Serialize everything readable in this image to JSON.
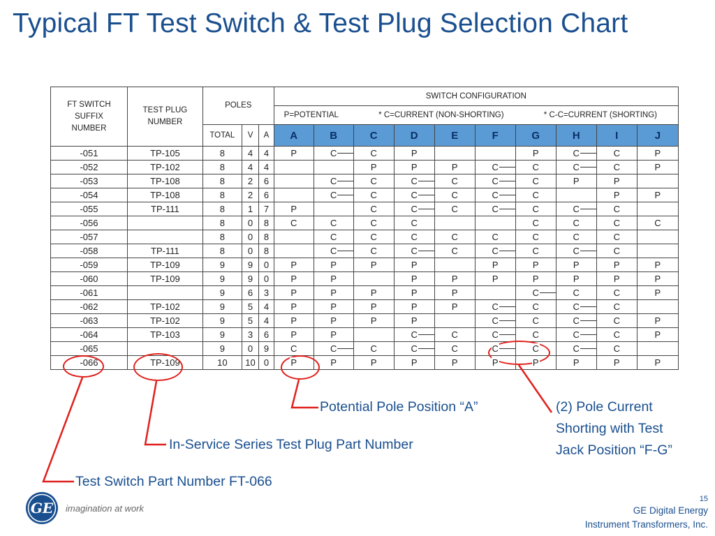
{
  "title": "Typical FT Test Switch & Test Plug Selection Chart",
  "table": {
    "col_headers": {
      "suffix": [
        "FT SWITCH",
        "SUFFIX",
        "NUMBER"
      ],
      "plug": [
        "TEST PLUG",
        "NUMBER"
      ],
      "poles": "POLES",
      "switch_config": "SWITCH CONFIGURATION",
      "legend_p": "P=POTENTIAL",
      "legend_c": "* C=CURRENT (NON-SHORTING)",
      "legend_cc": "* C-C=CURRENT (SHORTING)",
      "total": "TOTAL",
      "v": "V",
      "a": "A",
      "letters": [
        "A",
        "B",
        "C",
        "D",
        "E",
        "F",
        "G",
        "H",
        "I",
        "J"
      ]
    },
    "rows": [
      {
        "suffix": "-051",
        "plug": "TP-105",
        "total": "8",
        "v": "4",
        "a": "4",
        "cfg": [
          "P",
          "C",
          "C",
          "P",
          "",
          "",
          "P",
          "C",
          "C",
          "P"
        ],
        "links": [
          1,
          7
        ]
      },
      {
        "suffix": "-052",
        "plug": "TP-102",
        "total": "8",
        "v": "4",
        "a": "4",
        "cfg": [
          "",
          "",
          "P",
          "P",
          "P",
          "C",
          "C",
          "C",
          "C",
          "P"
        ],
        "links": [
          5,
          7
        ]
      },
      {
        "suffix": "-053",
        "plug": "TP-108",
        "total": "8",
        "v": "2",
        "a": "6",
        "cfg": [
          "",
          "C",
          "C",
          "C",
          "C",
          "C",
          "C",
          "P",
          "P",
          ""
        ],
        "links": [
          1,
          3,
          5
        ]
      },
      {
        "suffix": "-054",
        "plug": "TP-108",
        "total": "8",
        "v": "2",
        "a": "6",
        "cfg": [
          "",
          "C",
          "C",
          "C",
          "C",
          "C",
          "C",
          "",
          "P",
          "P"
        ],
        "links": [
          1,
          3,
          5
        ]
      },
      {
        "suffix": "-055",
        "plug": "TP-111",
        "total": "8",
        "v": "1",
        "a": "7",
        "cfg": [
          "P",
          "",
          "C",
          "C",
          "C",
          "C",
          "C",
          "C",
          "C",
          ""
        ],
        "links": [
          3,
          5,
          7
        ]
      },
      {
        "suffix": "-056",
        "plug": "",
        "total": "8",
        "v": "0",
        "a": "8",
        "cfg": [
          "C",
          "C",
          "C",
          "C",
          "",
          "",
          "C",
          "C",
          "C",
          "C"
        ],
        "links": []
      },
      {
        "suffix": "-057",
        "plug": "",
        "total": "8",
        "v": "0",
        "a": "8",
        "cfg": [
          "",
          "C",
          "C",
          "C",
          "C",
          "C",
          "C",
          "C",
          "C",
          ""
        ],
        "links": []
      },
      {
        "suffix": "-058",
        "plug": "TP-111",
        "total": "8",
        "v": "0",
        "a": "8",
        "cfg": [
          "",
          "C",
          "C",
          "C",
          "C",
          "C",
          "C",
          "C",
          "C",
          ""
        ],
        "links": [
          1,
          3,
          5,
          7
        ]
      },
      {
        "suffix": "-059",
        "plug": "TP-109",
        "total": "9",
        "v": "9",
        "a": "0",
        "cfg": [
          "P",
          "P",
          "P",
          "P",
          "",
          "P",
          "P",
          "P",
          "P",
          "P"
        ],
        "links": []
      },
      {
        "suffix": "-060",
        "plug": "TP-109",
        "total": "9",
        "v": "9",
        "a": "0",
        "cfg": [
          "P",
          "P",
          "",
          "P",
          "P",
          "P",
          "P",
          "P",
          "P",
          "P"
        ],
        "links": []
      },
      {
        "suffix": "-061",
        "plug": "",
        "total": "9",
        "v": "6",
        "a": "3",
        "cfg": [
          "P",
          "P",
          "P",
          "P",
          "P",
          "",
          "C",
          "C",
          "C",
          "P"
        ],
        "links": [
          6
        ]
      },
      {
        "suffix": "-062",
        "plug": "TP-102",
        "total": "9",
        "v": "5",
        "a": "4",
        "cfg": [
          "P",
          "P",
          "P",
          "P",
          "P",
          "C",
          "C",
          "C",
          "C",
          ""
        ],
        "links": [
          5,
          7
        ]
      },
      {
        "suffix": "-063",
        "plug": "TP-102",
        "total": "9",
        "v": "5",
        "a": "4",
        "cfg": [
          "P",
          "P",
          "P",
          "P",
          "",
          "C",
          "C",
          "C",
          "C",
          "P"
        ],
        "links": [
          5,
          7
        ]
      },
      {
        "suffix": "-064",
        "plug": "TP-103",
        "total": "9",
        "v": "3",
        "a": "6",
        "cfg": [
          "P",
          "P",
          "",
          "C",
          "C",
          "C",
          "C",
          "C",
          "C",
          "P"
        ],
        "links": [
          3,
          5,
          7
        ]
      },
      {
        "suffix": "-065",
        "plug": "",
        "total": "9",
        "v": "0",
        "a": "9",
        "cfg": [
          "C",
          "C",
          "C",
          "C",
          "C",
          "C",
          "C",
          "C",
          "C",
          ""
        ],
        "links": [
          1,
          3,
          5,
          7
        ]
      },
      {
        "suffix": "-066",
        "plug": "TP-109",
        "total": "10",
        "v": "10",
        "a": "0",
        "cfg": [
          "P",
          "P",
          "P",
          "P",
          "P",
          "P",
          "P",
          "P",
          "P",
          "P"
        ],
        "links": []
      }
    ]
  },
  "callouts": {
    "potential": "Potential Pole Position “A”",
    "shorting": [
      "(2) Pole Current",
      "Shorting with Test",
      "Jack Position “F-G”"
    ],
    "plug": "In-Service Series Test Plug Part Number",
    "switch": "Test Switch Part Number FT-066"
  },
  "footer": {
    "page": "15",
    "line1": "GE Digital Energy",
    "line2": "Instrument Transformers, Inc."
  },
  "logo": {
    "mark": "GE",
    "tagline": "imagination at work"
  },
  "colors": {
    "title": "#1a4f8f",
    "header_fill": "#5b9bd5",
    "annotation": "#e0201c"
  }
}
